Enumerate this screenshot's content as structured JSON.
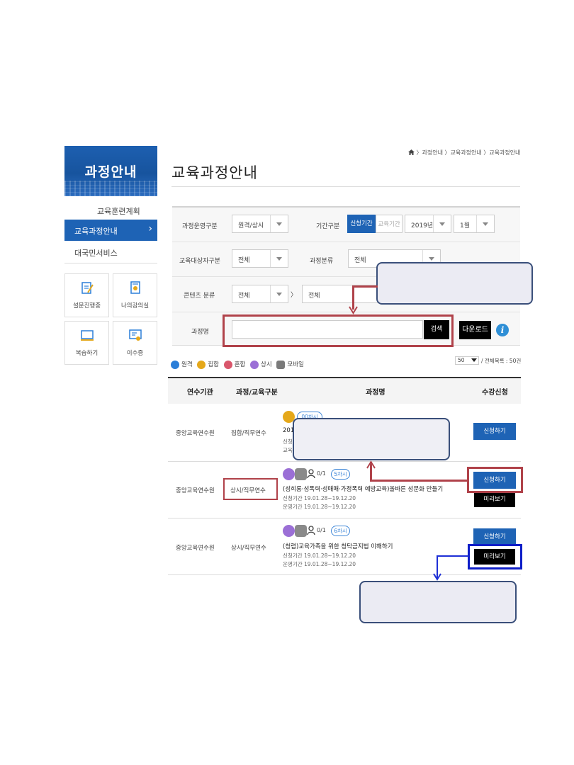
{
  "sidebar": {
    "banner_title": "과정안내",
    "links": [
      {
        "label": "교육훈련계획"
      },
      {
        "label": "교육과정안내"
      },
      {
        "label": "대국민서비스"
      }
    ],
    "tiles": [
      {
        "label": "설문진행중",
        "icon": "survey-icon"
      },
      {
        "label": "나의강의실",
        "icon": "classroom-icon"
      },
      {
        "label": "복습하기",
        "icon": "review-icon"
      },
      {
        "label": "이수증",
        "icon": "certificate-icon"
      }
    ]
  },
  "header": {
    "breadcrumb": "〉과정안내 〉교육과정안내 〉교육과정안내",
    "title": "교육과정안내"
  },
  "form": {
    "row1": {
      "label1": "과정운영구분",
      "select1": "원격/상시",
      "label2": "기간구분",
      "tab_on": "신청기간",
      "tab_off": "교육기간",
      "year": "2019년",
      "month": "1월"
    },
    "row2": {
      "label1": "교육대상자구분",
      "select1": "전체",
      "label2": "과정분류",
      "select2": "전체"
    },
    "row3": {
      "label1": "콘텐츠 분류",
      "select1": "전체",
      "sep": "〉",
      "select2": "전체"
    },
    "row4": {
      "label": "과정명",
      "search": "검색",
      "download": "다운로드"
    }
  },
  "legend": {
    "items": [
      {
        "label": "원격",
        "color": "#2b7ed8"
      },
      {
        "label": "집합",
        "color": "#e5a81a"
      },
      {
        "label": "혼합",
        "color": "#d9566b"
      },
      {
        "label": "상시",
        "color": "#9b6fd6"
      },
      {
        "label": "모바일",
        "color": "#7a7a7a"
      }
    ],
    "page_size": "50",
    "total": "/ 전체목록 : 50건"
  },
  "table": {
    "headers": [
      "연수기관",
      "과정/교육구분",
      "과정명",
      "수강신청"
    ],
    "rows": [
      {
        "institution": "중앙교육연수원",
        "type": "집합/직무연수",
        "title_prefix": "201",
        "sub1": "신청",
        "sub2": "교육",
        "hours": "00차시",
        "apply": "신청하기"
      },
      {
        "institution": "중앙교육연수원",
        "type": "상시/직무연수",
        "count": "0/1",
        "hours": "5차시",
        "title": "(성희롱·성폭력·성매매·가정폭력 예방교육)올바른 성문화 만들기",
        "sub1": "신청기간 19.01.28~19.12.20",
        "sub2": "운영기간 19.01.28~19.12.20",
        "apply": "신청하기",
        "preview": "미리보기"
      },
      {
        "institution": "중앙교육연수원",
        "type": "상시/직무연수",
        "count": "0/1",
        "hours": "6차시",
        "title": "(청렴)교육가족을 위한 청탁금지법 이해하기",
        "sub1": "신청기간 19.01.28~19.12.20",
        "sub2": "운영기간 19.01.28~19.12.20",
        "apply": "신청하기",
        "preview": "미리보기"
      }
    ]
  }
}
